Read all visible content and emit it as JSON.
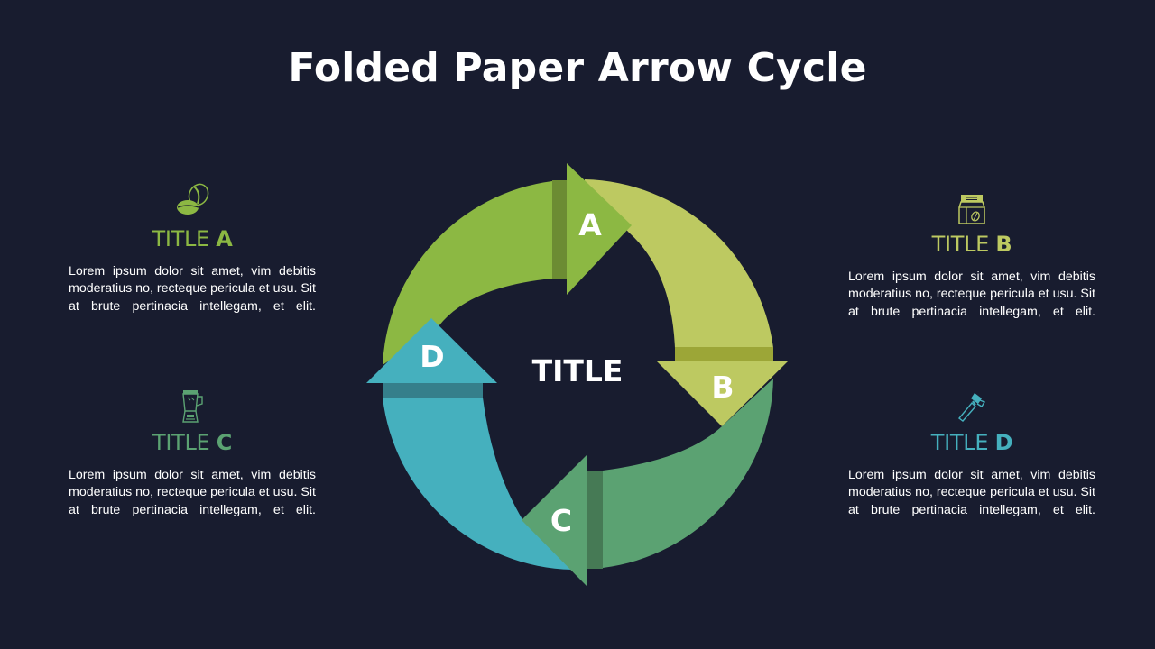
{
  "slide": {
    "title": "Folded Paper Arrow Cycle",
    "center_title": "TITLE"
  },
  "colors": {
    "background": "#181c2f",
    "a": "#8cb843",
    "a_fold": "#6c8c33",
    "b": "#bdc961",
    "b_fold": "#9ca637",
    "c": "#5ba272",
    "c_fold": "#467a55",
    "d": "#45b0be",
    "d_fold": "#357f8b"
  },
  "segments": [
    {
      "id": "A",
      "letter": "A"
    },
    {
      "id": "B",
      "letter": "B"
    },
    {
      "id": "C",
      "letter": "C"
    },
    {
      "id": "D",
      "letter": "D"
    }
  ],
  "panels": [
    {
      "id": "A",
      "title_prefix": "TITLE ",
      "title_letter": "A",
      "icon": "coffee-beans-icon",
      "body": "Lorem ipsum dolor sit amet, vim debitis moderatius no, recteque pericula et usu. Sit at brute pertinacia intellegam, et elit."
    },
    {
      "id": "B",
      "title_prefix": "TITLE ",
      "title_letter": "B",
      "icon": "coffee-bag-icon",
      "body": "Lorem ipsum dolor sit amet, vim debitis moderatius no, recteque pericula et usu. Sit at brute pertinacia intellegam, et elit."
    },
    {
      "id": "C",
      "title_prefix": "TITLE ",
      "title_letter": "C",
      "icon": "blender-icon",
      "body": "Lorem ipsum dolor sit amet, vim debitis moderatius no, recteque pericula et usu. Sit at brute pertinacia intellegam, et elit."
    },
    {
      "id": "D",
      "title_prefix": "TITLE ",
      "title_letter": "D",
      "icon": "coffee-tamper-icon",
      "body": "Lorem ipsum dolor sit amet, vim debitis moderatius no, recteque pericula et usu. Sit at brute pertinacia intellegam, et elit."
    }
  ]
}
